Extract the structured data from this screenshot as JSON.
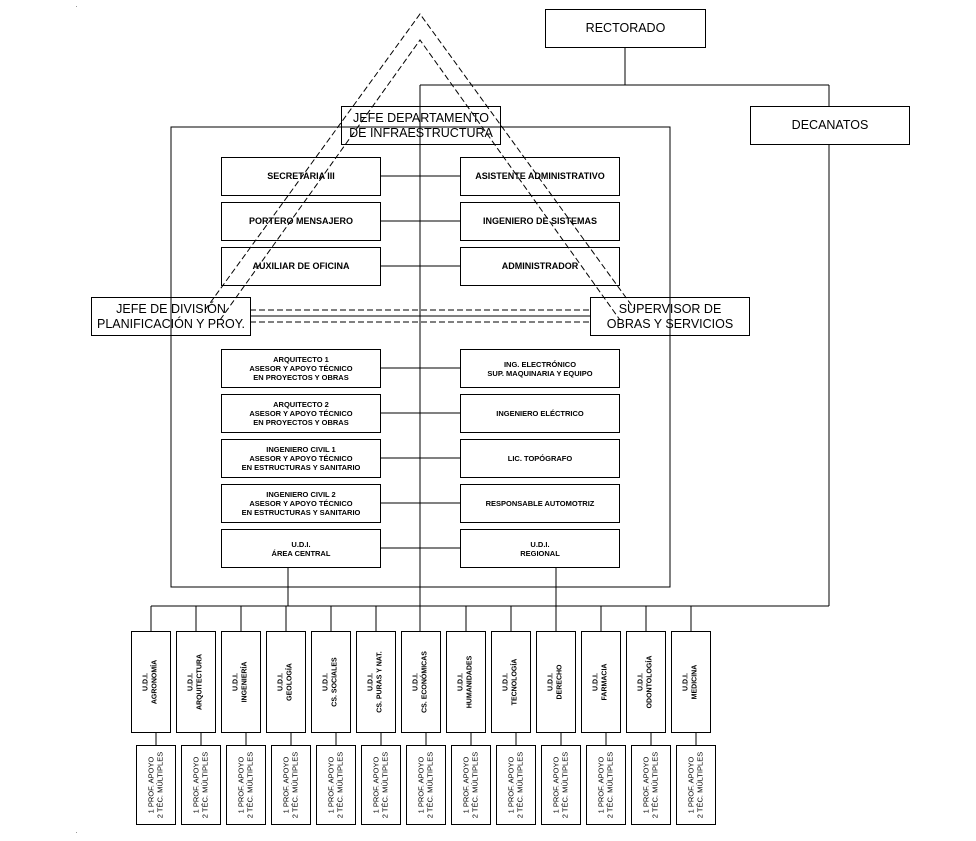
{
  "top": {
    "rectorado": "RECTORADO",
    "decanatos": "DECANATOS",
    "jefe_departamento": [
      "JEFE DEPARTAMENTO",
      "DE INFRAESTRUCTURA"
    ]
  },
  "staff_left": [
    "SECRETARIA III",
    "PORTERO MENSAJERO",
    "AUXILIAR DE OFICINA"
  ],
  "staff_right": [
    "ASISTENTE ADMINISTRATIVO",
    "INGENIERO DE SISTEMAS",
    "ADMINISTRADOR"
  ],
  "jefe_division": [
    "JEFE DE DIVISIÓN",
    "PLANIFICACIÓN Y PROY."
  ],
  "supervisor": [
    "SUPERVISOR DE",
    "OBRAS Y SERVICIOS"
  ],
  "technical_left": [
    [
      "ARQUITECTO 1",
      "ASESOR Y APOYO TÉCNICO",
      "EN PROYECTOS Y OBRAS"
    ],
    [
      "ARQUITECTO 2",
      "ASESOR Y APOYO TÉCNICO",
      "EN PROYECTOS Y OBRAS"
    ],
    [
      "INGENIERO CIVIL 1",
      "ASESOR Y APOYO TÉCNICO",
      "EN ESTRUCTURAS Y SANITARIO"
    ],
    [
      "INGENIERO CIVIL 2",
      "ASESOR Y APOYO TÉCNICO",
      "EN ESTRUCTURAS Y SANITARIO"
    ],
    [
      "U.D.I.",
      "ÁREA CENTRAL"
    ]
  ],
  "technical_right": [
    [
      "ING. ELECTRÓNICO",
      "SUP. MAQUINARIA Y EQUIPO"
    ],
    [
      "INGENIERO ELÉCTRICO"
    ],
    [
      "LIC. TOPÓGRAFO"
    ],
    [
      "RESPONSABLE AUTOMOTRIZ"
    ],
    [
      "U.D.I.",
      "REGIONAL"
    ]
  ],
  "faculty_units": [
    [
      "U.D.I.",
      "AGRONOMÍA"
    ],
    [
      "U.D.I.",
      "ARQUITECTURA"
    ],
    [
      "U.D.I.",
      "INGENIERÍA"
    ],
    [
      "U.D.I.",
      "GEOLOGÍA"
    ],
    [
      "U.D.I.",
      "CS. SOCIALES"
    ],
    [
      "U.D.I.",
      "CS. PURAS Y NAT."
    ],
    [
      "U.D.I.",
      "CS. ECONÓMICAS"
    ],
    [
      "U.D.I.",
      "HUMANIDADES"
    ],
    [
      "U.D.I.",
      "TECNOLOGÍA"
    ],
    [
      "U.D.I.",
      "DERECHO"
    ],
    [
      "U.D.I.",
      "FARMACIA"
    ],
    [
      "U.D.I.",
      "ODONTOLOGÍA"
    ],
    [
      "U.D.I.",
      "MEDICINA"
    ]
  ],
  "unit_staff": [
    "1 PROF. APOYO",
    "2 TÉC. MÚLTIPLES"
  ]
}
